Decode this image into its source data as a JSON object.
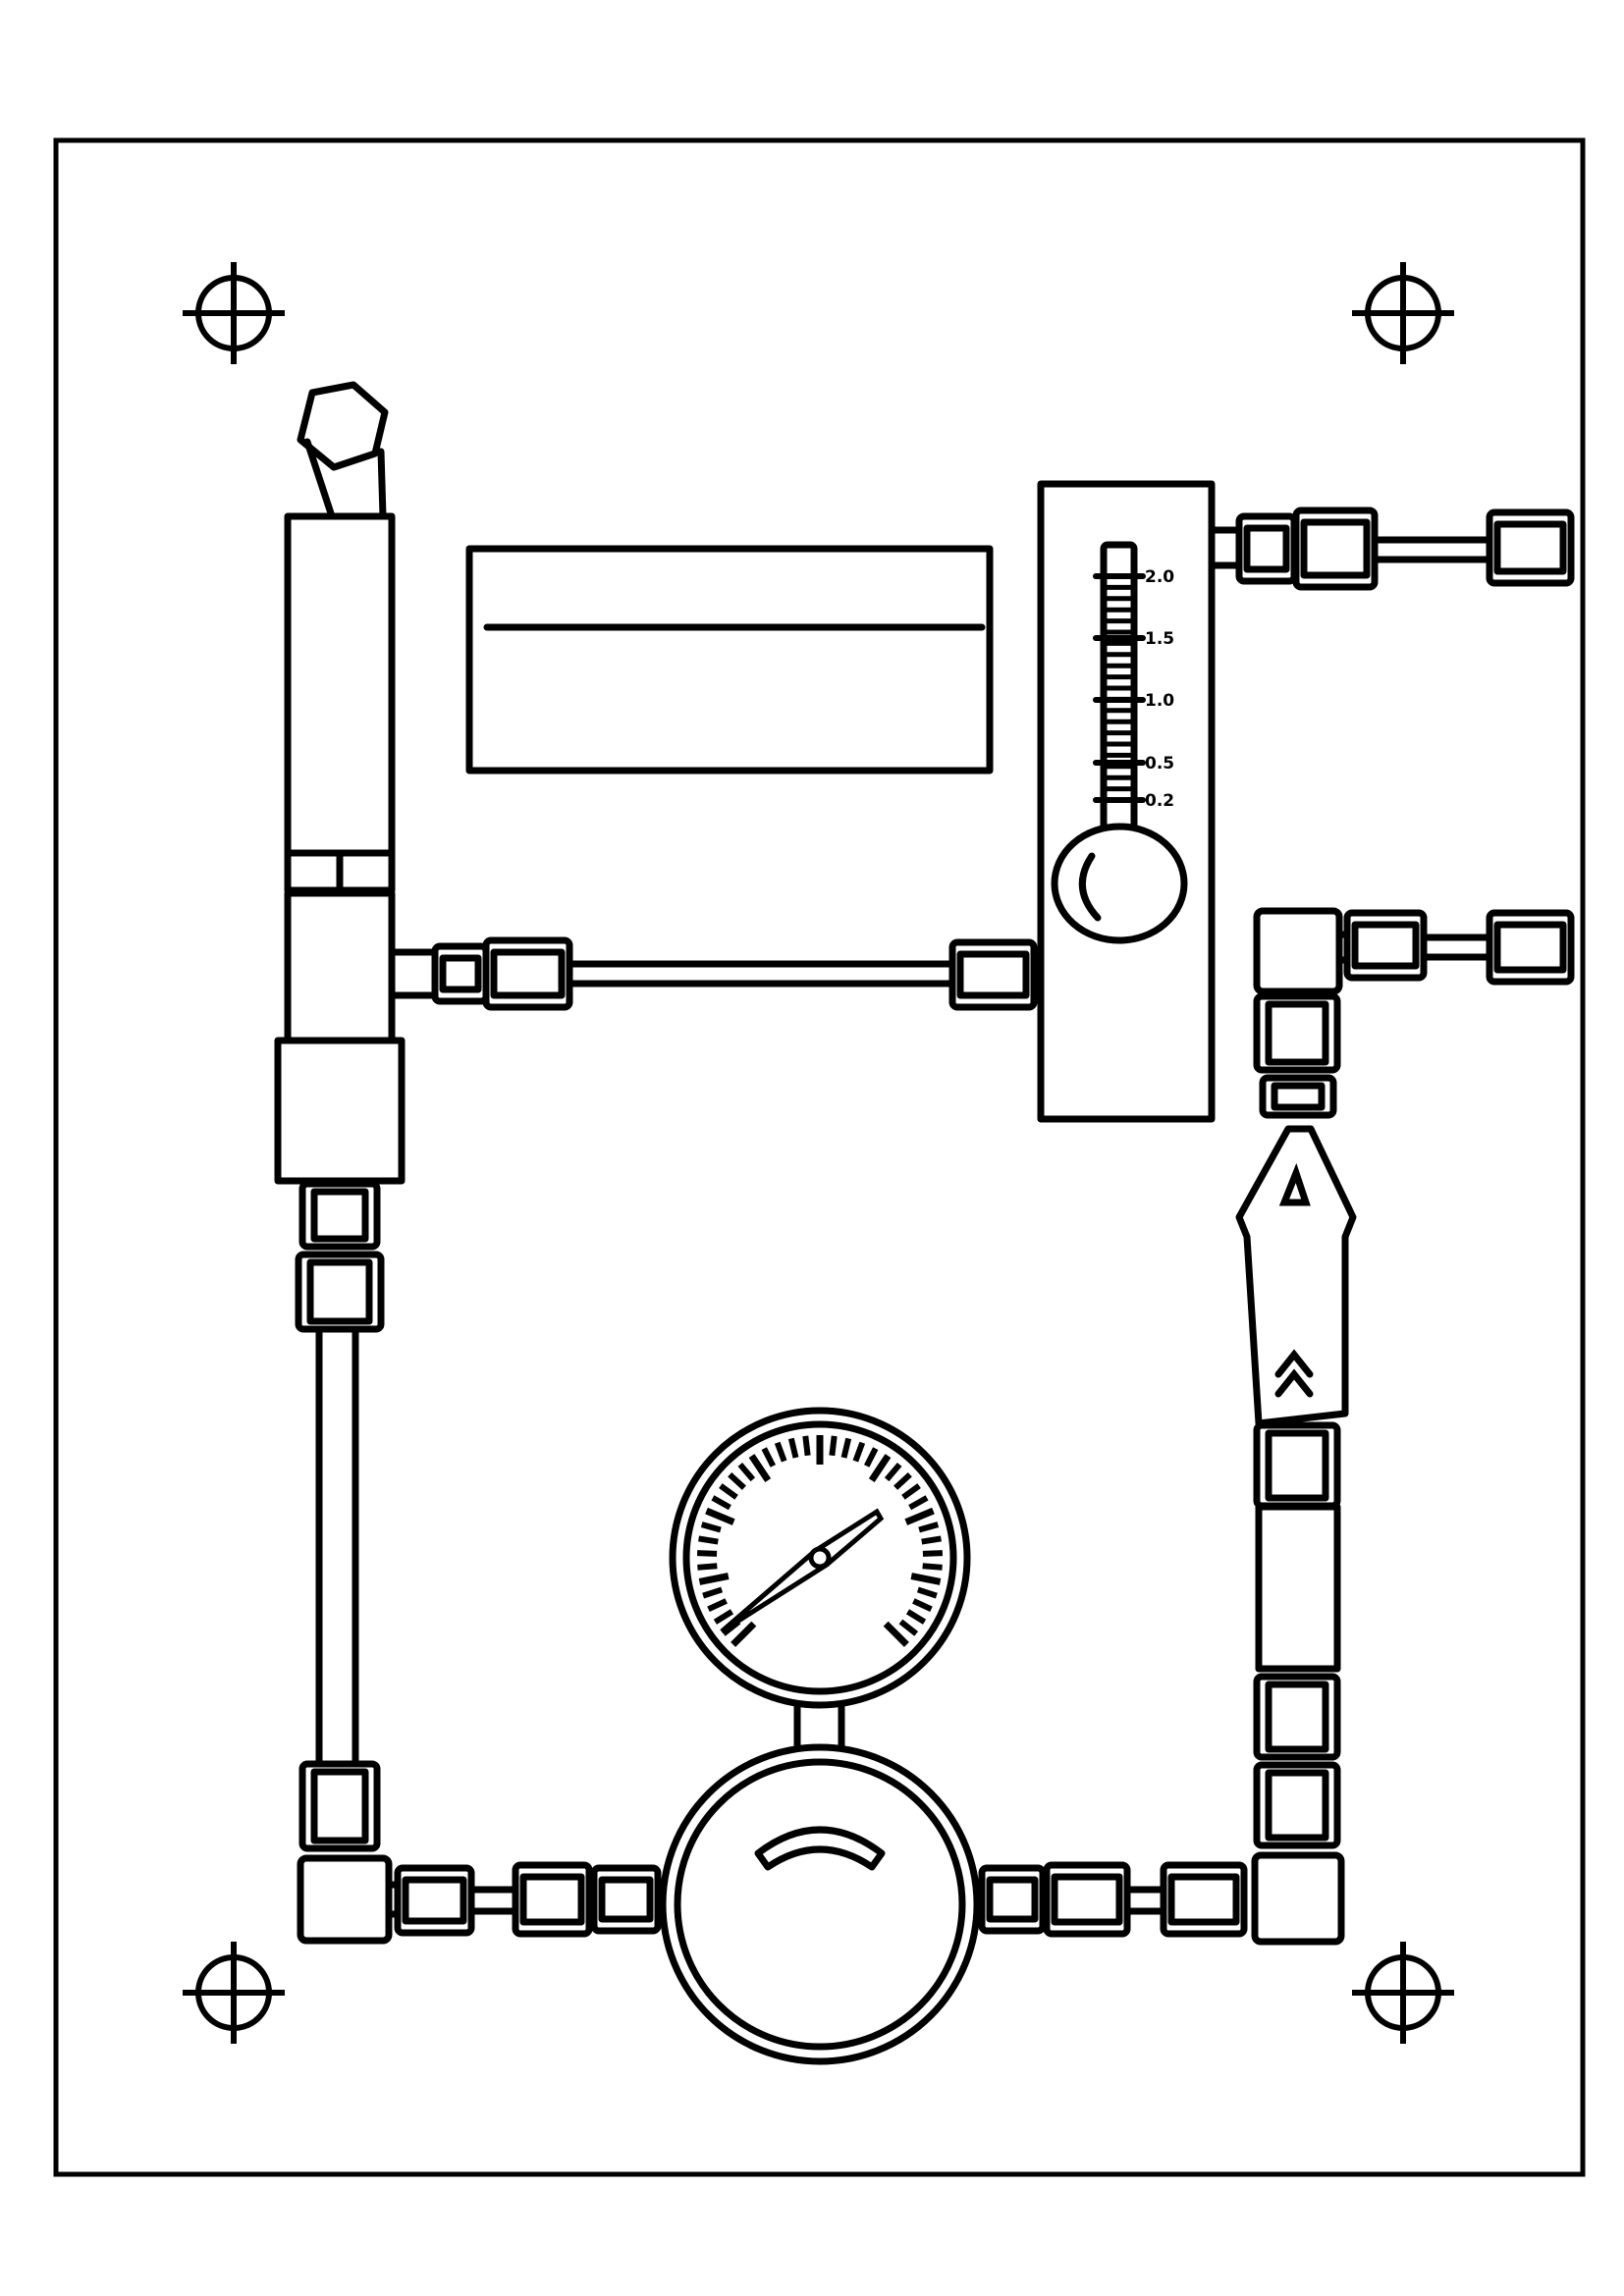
{
  "diagram": {
    "flowmeter": {
      "scale_labels": [
        "2.0",
        "1.5",
        "1.0",
        "0.5",
        "0.2"
      ]
    },
    "colors": {
      "line": "#000000",
      "background": "#ffffff"
    }
  }
}
